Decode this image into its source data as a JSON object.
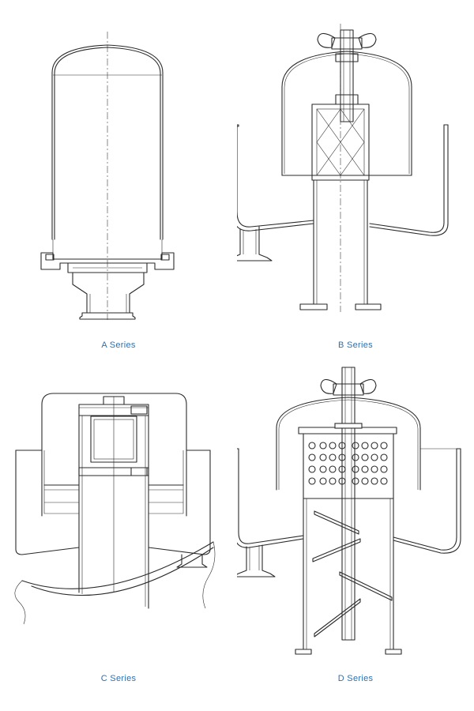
{
  "colors": {
    "caption": "#2e6fb0",
    "line": "#2a2a2a",
    "background": "#ffffff"
  },
  "panels": [
    {
      "id": "a",
      "caption": "A Series"
    },
    {
      "id": "b",
      "caption": "B Series"
    },
    {
      "id": "c",
      "caption": "C Series"
    },
    {
      "id": "d",
      "caption": "D Series"
    }
  ]
}
